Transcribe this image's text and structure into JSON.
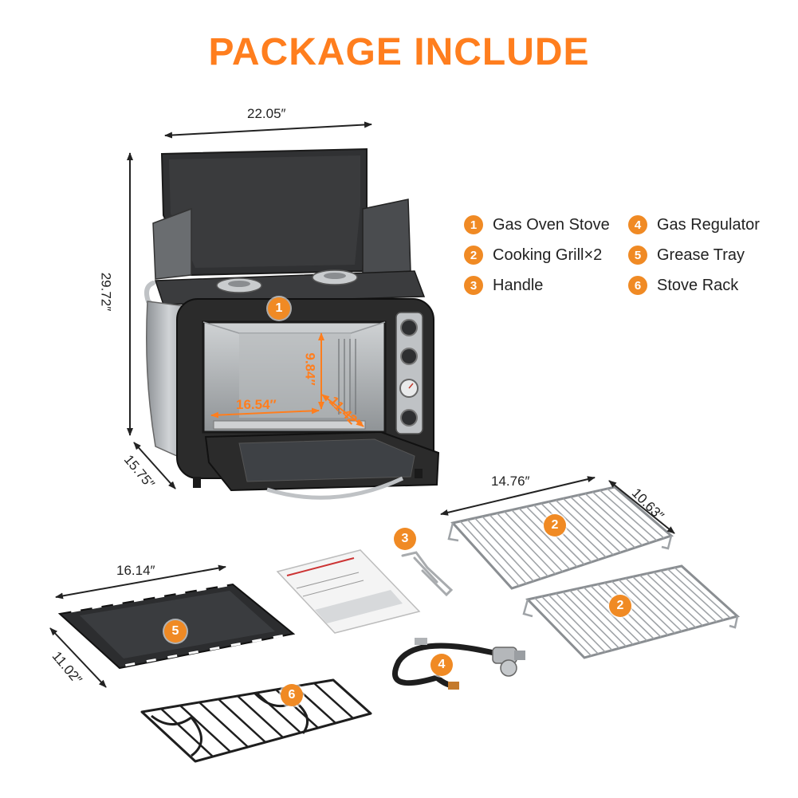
{
  "title": "PACKAGE INCLUDE",
  "colors": {
    "accent": "#ff7e1e",
    "badge": "#f08a24",
    "oven_body": "#2b2b2b",
    "steel": "#a9adb1"
  },
  "legend": [
    {
      "num": "1",
      "label": "Gas Oven Stove"
    },
    {
      "num": "2",
      "label": "Cooking Grill×2"
    },
    {
      "num": "3",
      "label": "Handle"
    },
    {
      "num": "4",
      "label": "Gas Regulator"
    },
    {
      "num": "5",
      "label": "Grease Tray"
    },
    {
      "num": "6",
      "label": "Stove Rack"
    }
  ],
  "dimensions": {
    "oven_width": "22.05″",
    "oven_height": "29.72″",
    "oven_depth": "15.75″",
    "interior_height": "9.84″",
    "interior_width": "16.54″",
    "interior_depth": "11.42″",
    "grill_width": "14.76″",
    "grill_depth": "10.63″",
    "tray_width": "16.14″",
    "tray_depth": "11.02″"
  },
  "callouts": {
    "oven": "1",
    "grill_top": "2",
    "grill_bottom": "2",
    "handle": "3",
    "regulator": "4",
    "tray": "5",
    "rack": "6"
  }
}
